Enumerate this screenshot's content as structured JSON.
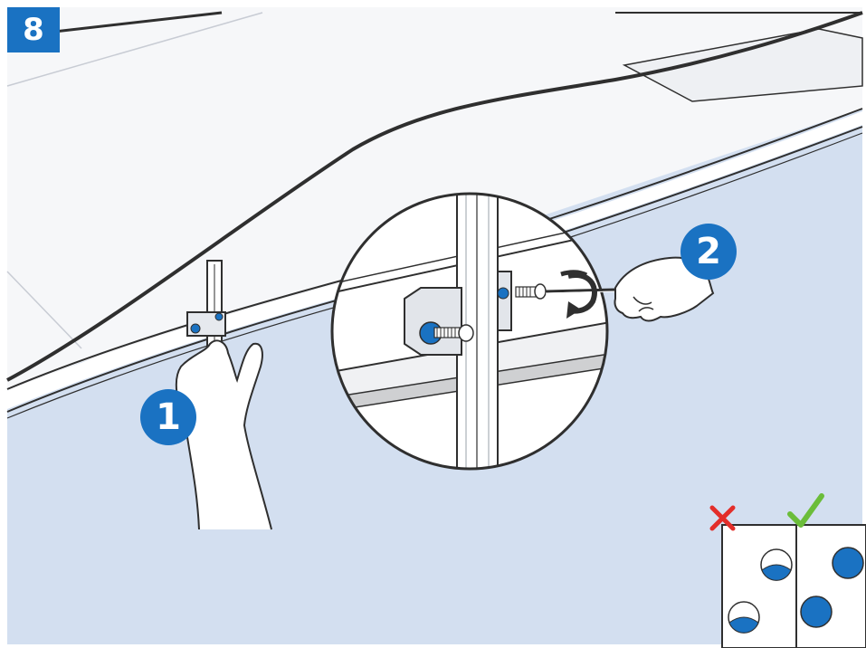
{
  "step": {
    "number": "8"
  },
  "callouts": [
    {
      "label": "1"
    },
    {
      "label": "2"
    }
  ],
  "indicators": {
    "wrong": "cross-icon",
    "right": "check-icon"
  },
  "colors": {
    "background": "#d3dff0",
    "blue": "#1a72c2",
    "wrong": "#e32e2a",
    "right": "#6bbd3a",
    "outline": "#2f2f2f"
  }
}
